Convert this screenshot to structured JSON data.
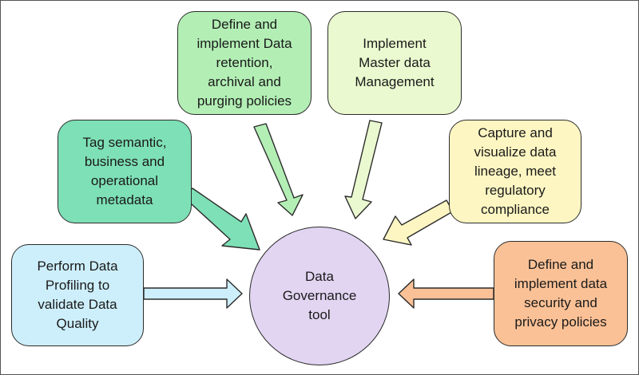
{
  "diagram": {
    "center": {
      "label": "Data\nGovernance\ntool"
    },
    "nodes": [
      {
        "id": "retention",
        "label": "Define and\nimplement Data\nretention,\narchival and\npurging policies",
        "color": "#b3efb5"
      },
      {
        "id": "master",
        "label": "Implement\nMaster data\nManagement",
        "color": "#eaf9cf"
      },
      {
        "id": "semantic",
        "label": "Tag semantic,\nbusiness and\noperational\nmetadata",
        "color": "#7ee0b6"
      },
      {
        "id": "lineage",
        "label": "Capture and\nvisualize data\nlineage, meet\nregulatory\ncompliance",
        "color": "#fdf6c2"
      },
      {
        "id": "profiling",
        "label": "Perform Data\nProfiling to\nvalidate Data\nQuality",
        "color": "#cdeffb"
      },
      {
        "id": "security",
        "label": "Define and\nimplement data\nsecurity and\nprivacy policies",
        "color": "#fbc196"
      }
    ]
  }
}
